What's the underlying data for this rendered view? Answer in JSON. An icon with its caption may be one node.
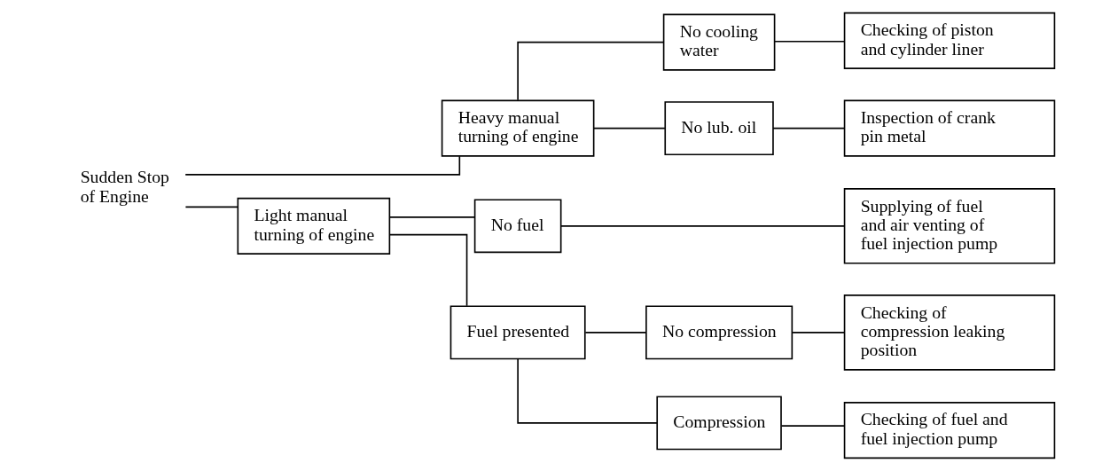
{
  "diagram": {
    "nodes": [
      {
        "text": [
          "Sudden Stop of Engine"
        ]
      },
      {
        "text": [
          "Heavy manual turning of engine"
        ]
      },
      {
        "text": [
          "Light manual turning of engine"
        ]
      },
      {
        "text": [
          "No cooling water"
        ]
      },
      {
        "text": [
          "No lub. oil"
        ]
      },
      {
        "text": [
          "No fuel"
        ]
      },
      {
        "text": [
          "Fuel presented"
        ]
      },
      {
        "text": [
          "No compression"
        ]
      },
      {
        "text": [
          "Compression"
        ]
      },
      {
        "text": [
          "Checking of piston and cylinder liner"
        ]
      },
      {
        "text": [
          "Inspection of crank pin metal"
        ]
      },
      {
        "text": [
          "Supplying of fuel and air venting of fuel injection pump"
        ]
      },
      {
        "text": [
          "Checking of compression leaking position"
        ]
      },
      {
        "text": [
          "Checking of fuel and fuel injection pump"
        ]
      }
    ],
    "edges": [
      {
        "from": 0,
        "to": 1,
        "arrow": "none"
      },
      {
        "from": 0,
        "to": 2,
        "arrow": "none"
      },
      {
        "from": 1,
        "to": 3,
        "arrow": "none"
      },
      {
        "from": 1,
        "to": 4,
        "arrow": "none"
      },
      {
        "from": 2,
        "to": 5,
        "arrow": "none"
      },
      {
        "from": 2,
        "to": 6,
        "arrow": "none"
      },
      {
        "from": 6,
        "to": 7,
        "arrow": "none"
      },
      {
        "from": 6,
        "to": 8,
        "arrow": "none"
      },
      {
        "from": 3,
        "to": 9,
        "arrow": "none"
      },
      {
        "from": 4,
        "to": 10,
        "arrow": "none"
      },
      {
        "from": 5,
        "to": 11,
        "arrow": "none"
      },
      {
        "from": 7,
        "to": 12,
        "arrow": "none"
      },
      {
        "from": 8,
        "to": 13,
        "arrow": "none"
      }
    ]
  }
}
